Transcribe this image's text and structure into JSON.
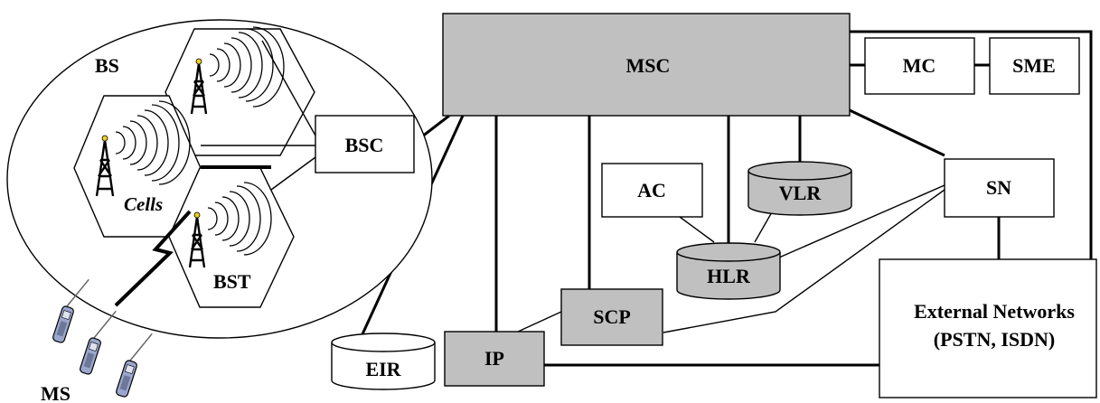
{
  "labels": {
    "bs": "BS",
    "cells": "Cells",
    "bst": "BST",
    "ms": "MS",
    "bsc": "BSC",
    "msc": "MSC",
    "mc": "MC",
    "sme": "SME",
    "ac": "AC",
    "vlr": "VLR",
    "hlr": "HLR",
    "sn": "SN",
    "scp": "SCP",
    "eir": "EIR",
    "ip": "IP",
    "ext_line1": "External Networks",
    "ext_line2": "(PSTN, ISDN)"
  },
  "colors": {
    "gray_fill": "#c0c0c0",
    "white_fill": "#ffffff",
    "stroke": "#000000"
  }
}
